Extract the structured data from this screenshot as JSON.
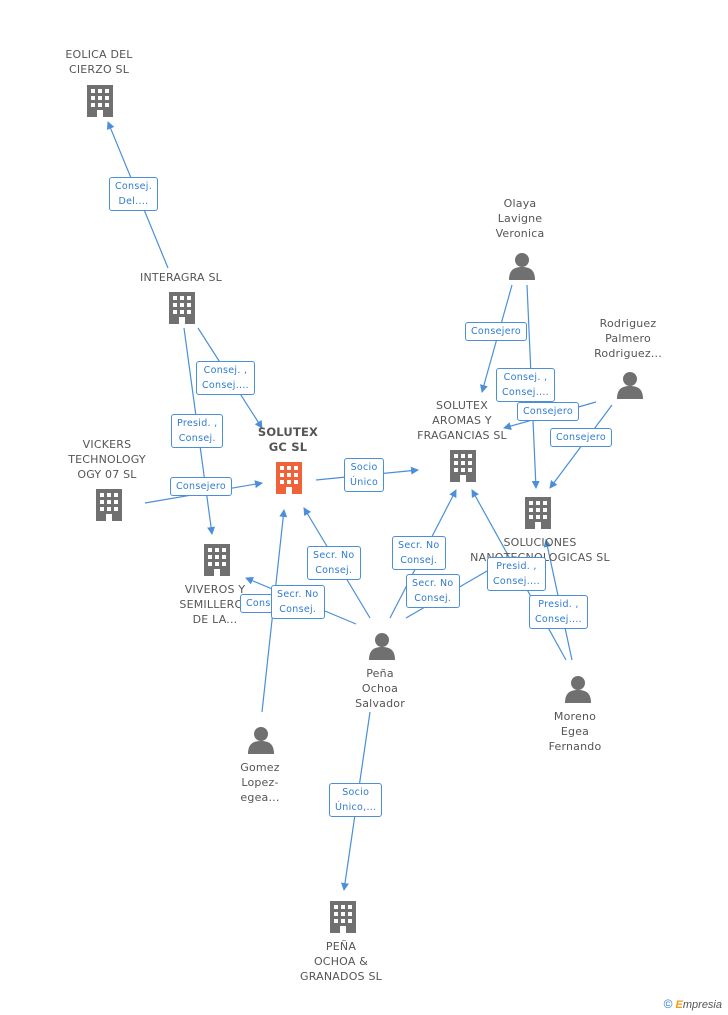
{
  "colors": {
    "edge": "#4a8fd8",
    "company": "#707070",
    "main_company": "#f0623a",
    "person": "#707070"
  },
  "nodes": {
    "eolica": {
      "label": "EOLICA DEL\nCIERZO SL",
      "icon": "building-icon"
    },
    "interagra": {
      "label": "INTERAGRA  SL",
      "icon": "building-icon"
    },
    "solutex": {
      "label": "SOLUTEX\nGC SL",
      "icon": "building-icon"
    },
    "vickers": {
      "label": "VICKERS\nTECHNOLOGY\nOGY 07  SL",
      "icon": "building-icon"
    },
    "viveros": {
      "label": "VIVEROS Y\nSEMILLEROS\nDE LA...",
      "icon": "building-icon"
    },
    "olaya": {
      "label": "Olaya\nLavigne\nVeronica",
      "icon": "person-icon"
    },
    "rodriguez": {
      "label": "Rodriguez\nPalmero\nRodriguez...",
      "icon": "person-icon"
    },
    "aromas": {
      "label": "SOLUTEX\nAROMAS Y\nFRAGANCIAS SL",
      "icon": "building-icon"
    },
    "soluciones": {
      "label": "SOLUCIONES\nNANOTECNOLOGICAS SL",
      "icon": "building-icon"
    },
    "pena": {
      "label": "Peña\nOchoa\nSalvador",
      "icon": "person-icon"
    },
    "moreno": {
      "label": "Moreno\nEgea\nFernando",
      "icon": "person-icon"
    },
    "gomez": {
      "label": "Gomez\nLopez-\negea...",
      "icon": "person-icon"
    },
    "pena_ochoa": {
      "label": "PEÑA\nOCHOA &\nGRANADOS SL",
      "icon": "building-icon"
    }
  },
  "edge_labels": {
    "e1": "Consej.\nDel....",
    "e2": "Consej. ,\nConsej....",
    "e3": "Presid. ,\nConsej.",
    "e4": "Consejero",
    "e5": "Socio\nÚnico",
    "e6": "Consejero",
    "e7": "Consej. ,\nConsej....",
    "e8": "Consejero",
    "e9": "Consejero",
    "e10": "Secr.  No\nConsej.",
    "e11": "Consej....",
    "e12": "Secr.  No\nConsej.",
    "e13": "Secr.  No\nConsej.",
    "e14": "Secr.  No\nConsej.",
    "e15": "Presid. ,\nConsej....",
    "e16": "Presid. ,\nConsej....",
    "e17": "Socio\nÚnico,..."
  },
  "brand": {
    "copyright": "©",
    "first_letter": "E",
    "rest": "mpresia"
  }
}
